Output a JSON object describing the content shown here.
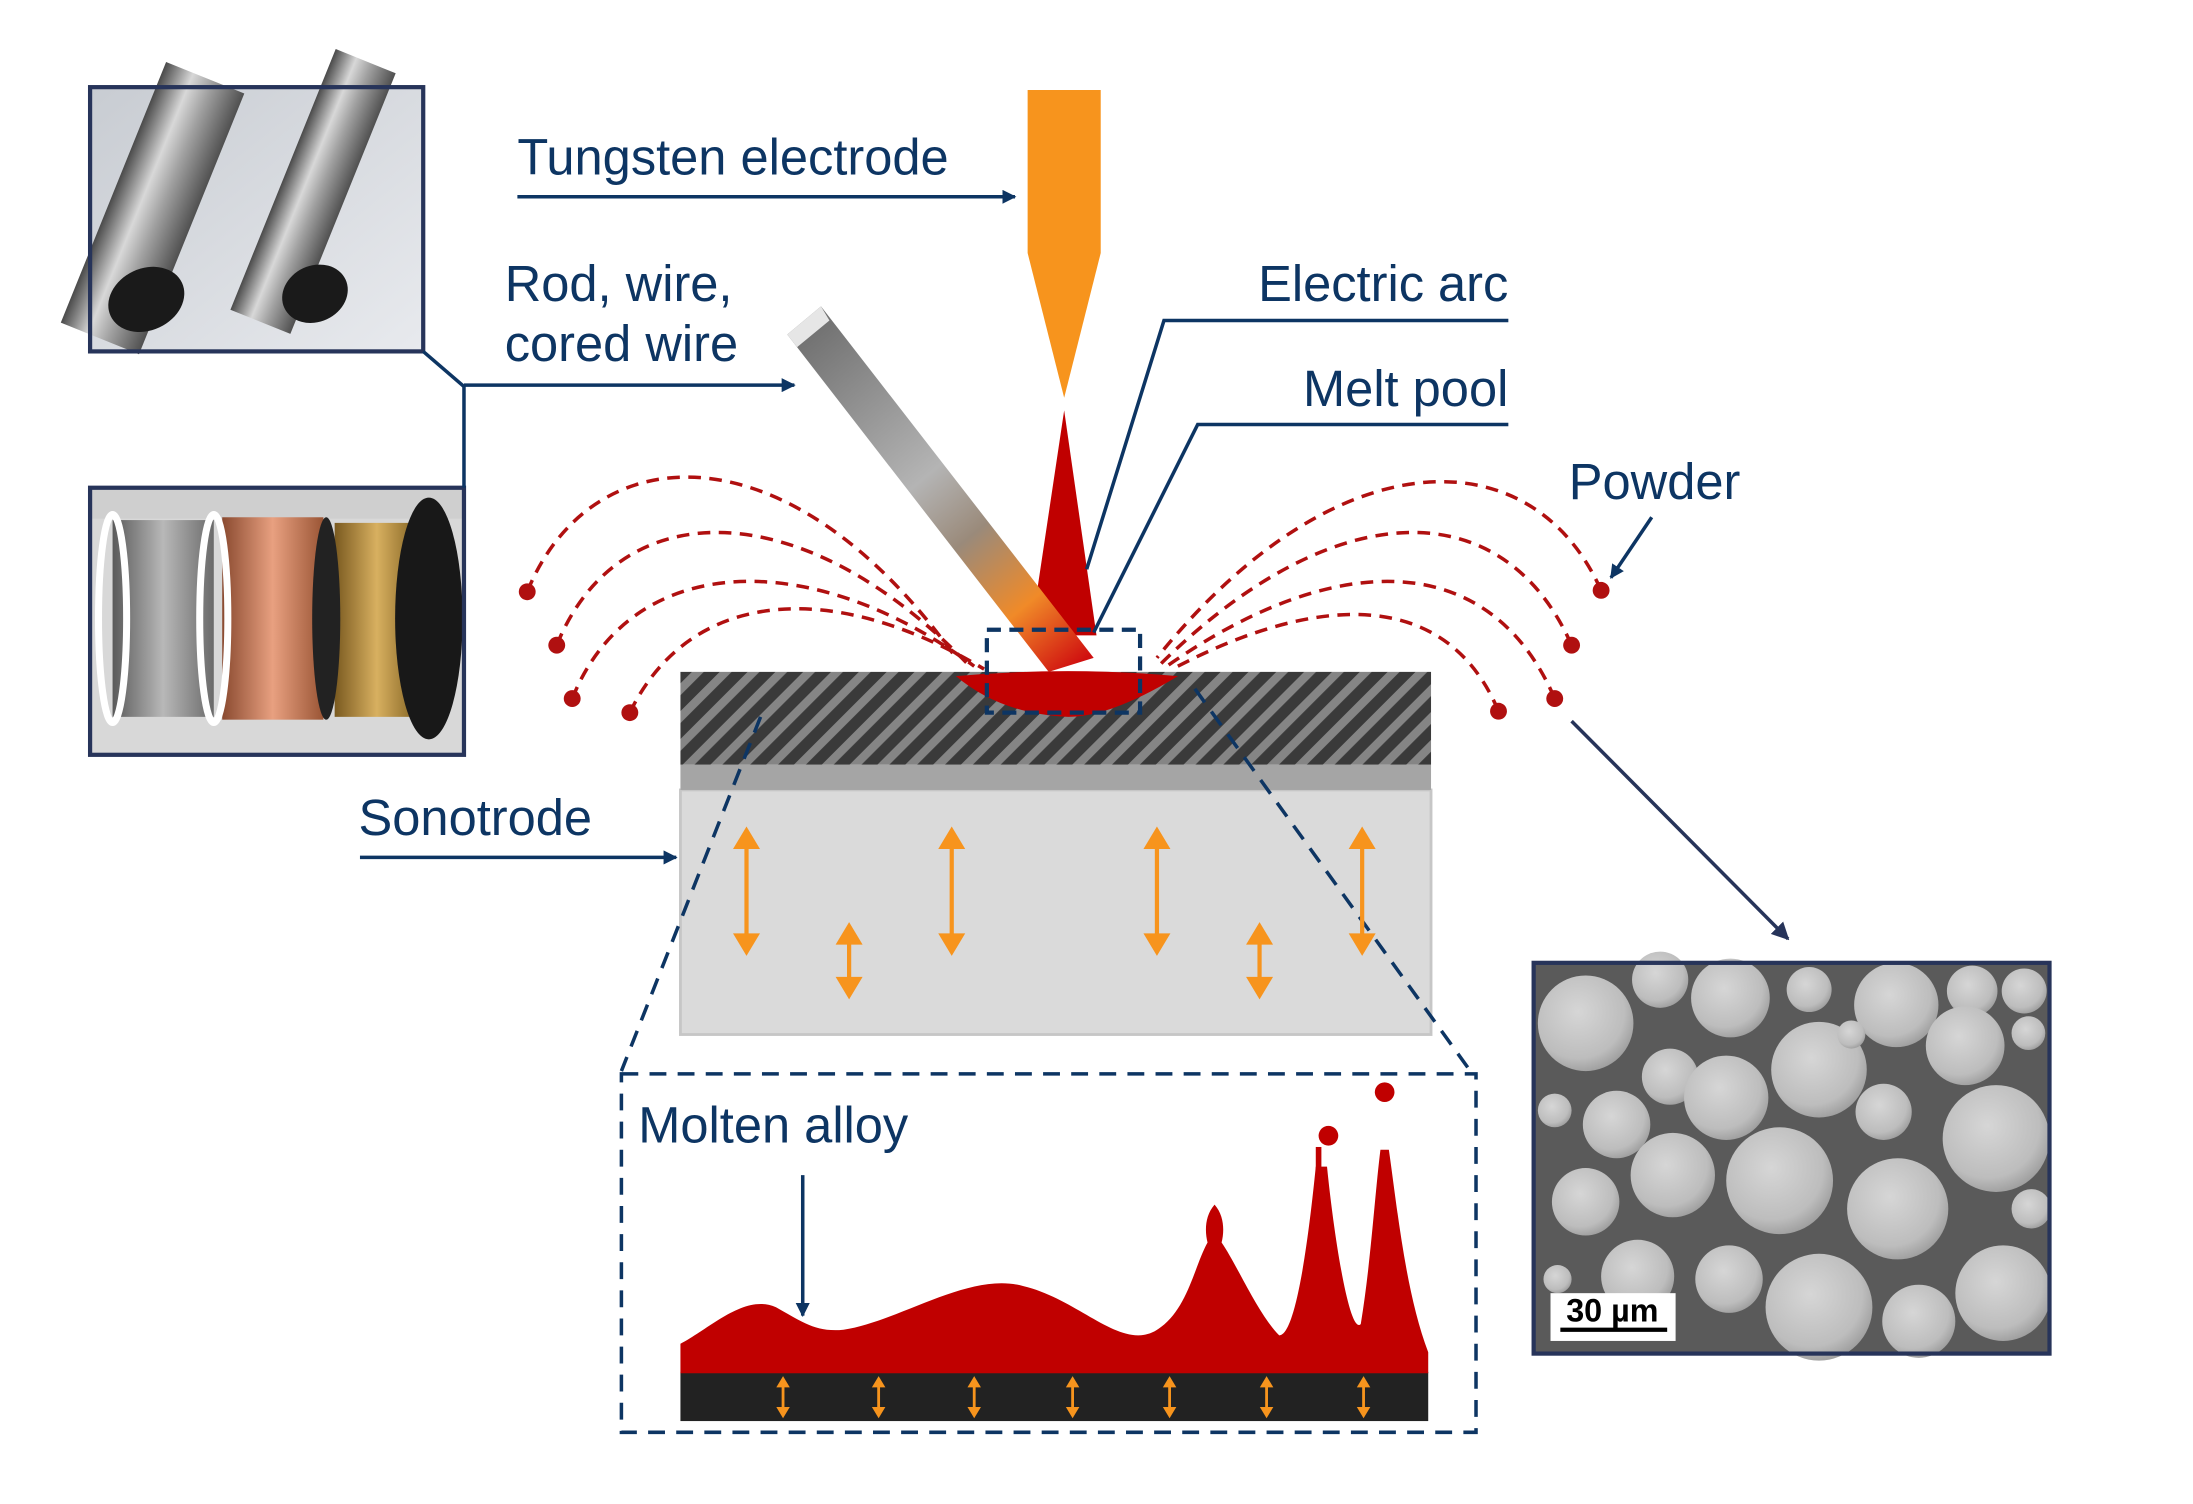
{
  "labels": {
    "tungsten": "Tungsten electrode",
    "rod_line1": "Rod, wire,",
    "rod_line2": "cored wire",
    "arc": "Electric arc",
    "melt": "Melt pool",
    "powder": "Powder",
    "sonotrode": "Sonotrode",
    "molten": "Molten alloy"
  },
  "scale_bar": {
    "text": "30 µm"
  },
  "colors": {
    "label": "#0d3563",
    "electrode": "#f7941d",
    "melt": "#c00000",
    "vibration": "#f7941d",
    "frame": "#27345a"
  },
  "icons": {
    "vibration": "double-headed-arrow",
    "powder": "dot",
    "powder_trajectory": "dashed-arc"
  }
}
